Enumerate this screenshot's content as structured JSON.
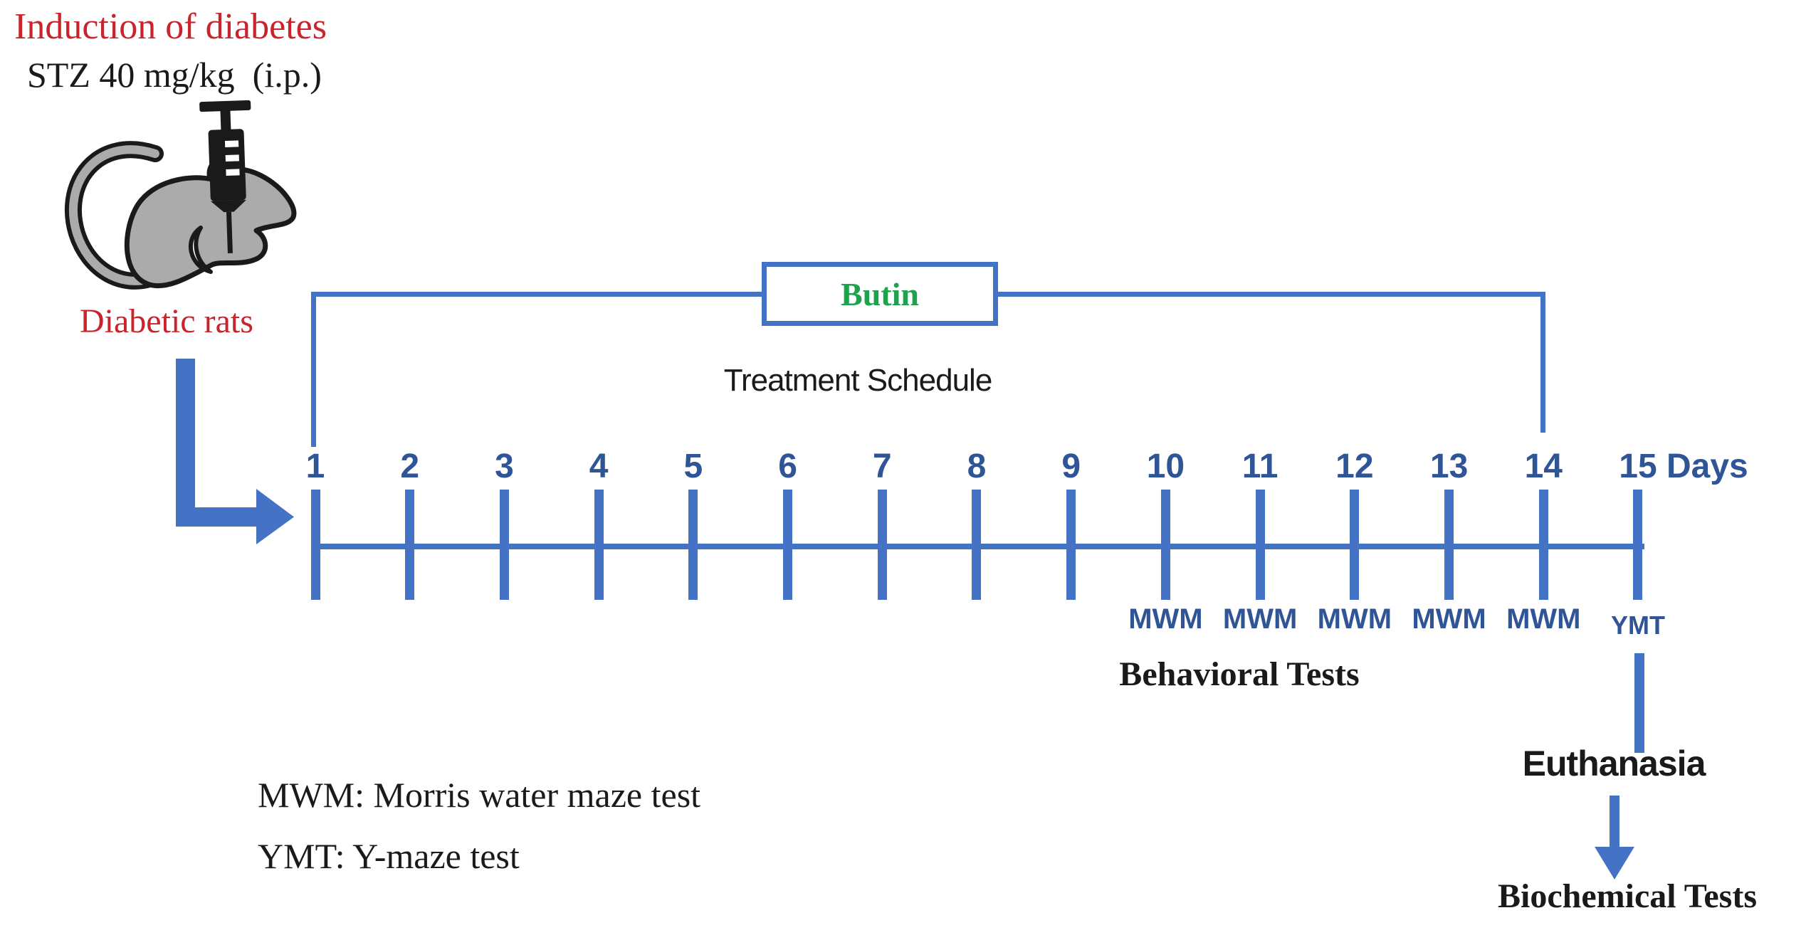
{
  "colors": {
    "line_blue": "#4472C4",
    "text_blue": "#2F5597",
    "red": "#C9242B",
    "green": "#1FA24E",
    "ink": "#1A1A1A",
    "rat_gray": "#ABABAB"
  },
  "induction": {
    "title": "Induction of diabetes",
    "dose": "STZ 40 mg/kg  (i.p.)",
    "result": "Diabetic rats"
  },
  "treatment": {
    "drug": "Butin",
    "schedule_title": "Treatment Schedule"
  },
  "timeline": {
    "days": [
      "1",
      "2",
      "3",
      "4",
      "5",
      "6",
      "7",
      "8",
      "9",
      "10",
      "11",
      "12",
      "13",
      "14",
      "15"
    ],
    "unit": "Days",
    "tests": [
      {
        "day": "10",
        "label": "MWM"
      },
      {
        "day": "11",
        "label": "MWM"
      },
      {
        "day": "12",
        "label": "MWM"
      },
      {
        "day": "13",
        "label": "MWM"
      },
      {
        "day": "14",
        "label": "MWM"
      },
      {
        "day": "15",
        "label": "YMT"
      }
    ],
    "behavioral_label": "Behavioral Tests"
  },
  "endpoint": {
    "euthanasia": "Euthanasia",
    "biochemical": "Biochemical Tests"
  },
  "legend": {
    "mwm": "MWM: Morris water maze test",
    "ymt": "YMT: Y-maze test"
  },
  "icons": {
    "rat": "rat-icon",
    "syringe": "syringe-icon",
    "elbow_arrow": "elbow-arrow-icon",
    "down_arrow": "down-arrow-icon"
  }
}
